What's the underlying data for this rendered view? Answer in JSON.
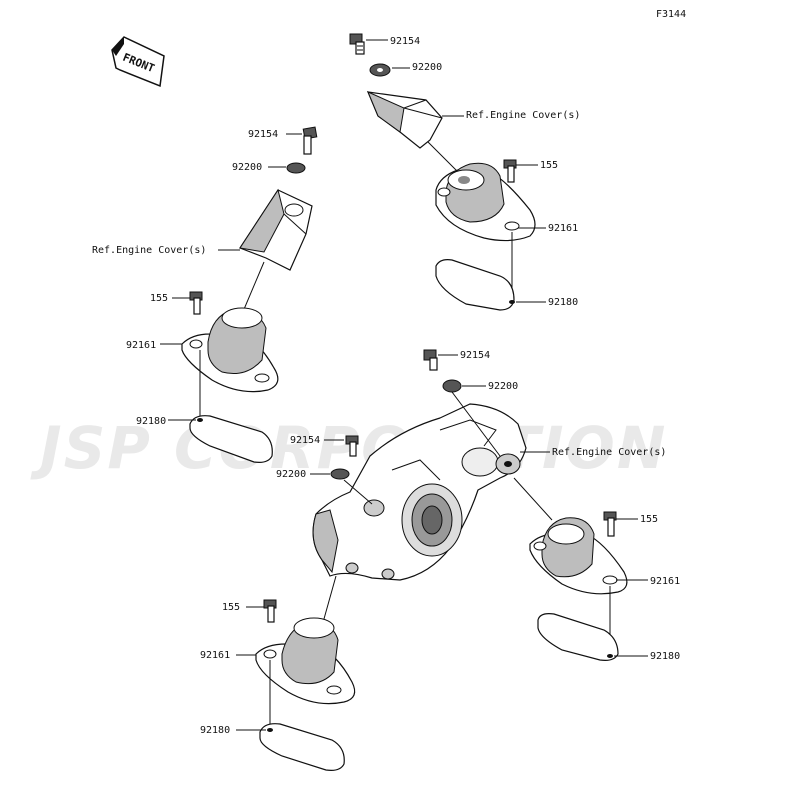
{
  "diagram_code": "F3144",
  "direction_label": "FRONT",
  "watermark": "JSP CORPORATION",
  "labels": {
    "bolt_92154": "92154",
    "washer_92200": "92200",
    "bolt_155": "155",
    "mount_92161": "92161",
    "plate_92180": "92180",
    "ref_engine_cover": "Ref.Engine Cover(s)"
  }
}
